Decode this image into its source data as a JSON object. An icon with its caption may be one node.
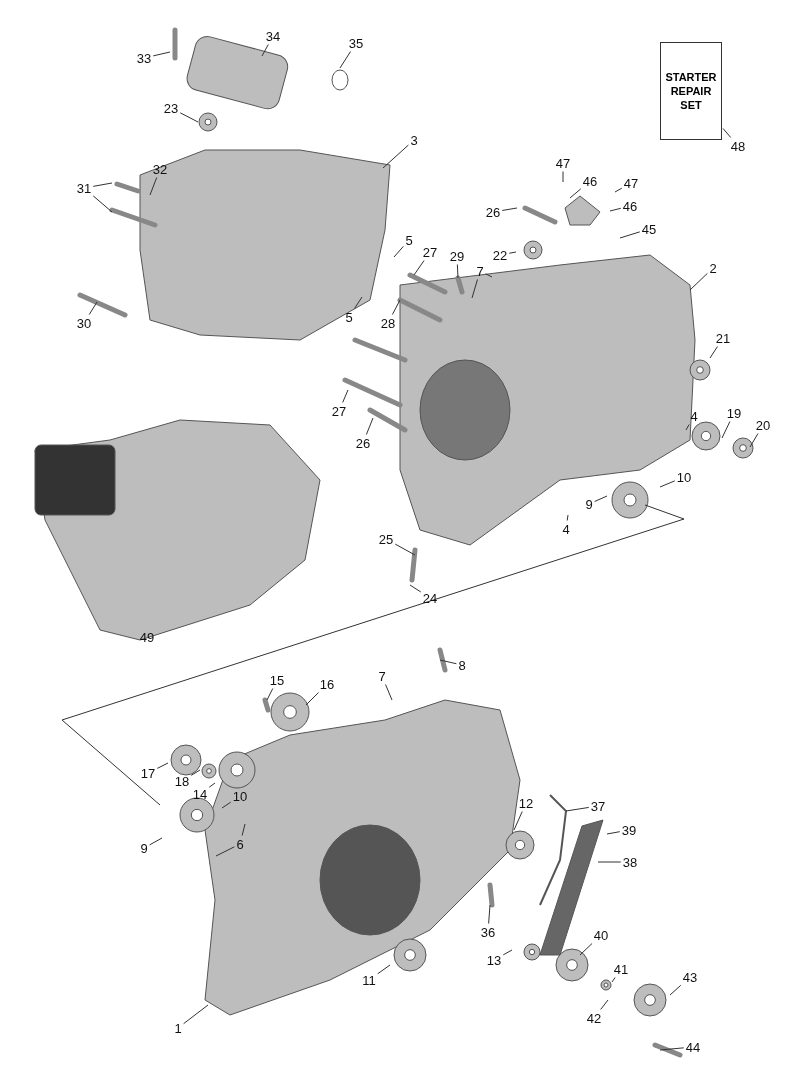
{
  "diagram": {
    "nodes": [
      {
        "text": [
          "STARTER REPAIR SET"
        ]
      },
      {
        "text": [
          "48"
        ]
      },
      {
        "text": [
          "33"
        ]
      },
      {
        "text": [
          "34"
        ]
      },
      {
        "text": [
          "35"
        ]
      },
      {
        "text": [
          "23"
        ]
      },
      {
        "text": [
          "3"
        ]
      },
      {
        "text": [
          "32"
        ]
      },
      {
        "text": [
          "31"
        ]
      },
      {
        "text": [
          "47"
        ]
      },
      {
        "text": [
          "46"
        ]
      },
      {
        "text": [
          "47"
        ]
      },
      {
        "text": [
          "46"
        ]
      },
      {
        "text": [
          "26"
        ]
      },
      {
        "text": [
          "45"
        ]
      },
      {
        "text": [
          "5"
        ]
      },
      {
        "text": [
          "27"
        ]
      },
      {
        "text": [
          "29"
        ]
      },
      {
        "text": [
          "7"
        ]
      },
      {
        "text": [
          "22"
        ]
      },
      {
        "text": [
          "2"
        ]
      },
      {
        "text": [
          "30"
        ]
      },
      {
        "text": [
          "5"
        ]
      },
      {
        "text": [
          "28"
        ]
      },
      {
        "text": [
          "21"
        ]
      },
      {
        "text": [
          "27"
        ]
      },
      {
        "text": [
          "26"
        ]
      },
      {
        "text": [
          "4"
        ]
      },
      {
        "text": [
          "19"
        ]
      },
      {
        "text": [
          "20"
        ]
      },
      {
        "text": [
          "10"
        ]
      },
      {
        "text": [
          "9"
        ]
      },
      {
        "text": [
          "4"
        ]
      },
      {
        "text": [
          "25"
        ]
      },
      {
        "text": [
          "24"
        ]
      },
      {
        "text": [
          "8"
        ]
      },
      {
        "text": [
          "15"
        ]
      },
      {
        "text": [
          "16"
        ]
      },
      {
        "text": [
          "7"
        ]
      },
      {
        "text": [
          "17"
        ]
      },
      {
        "text": [
          "18"
        ]
      },
      {
        "text": [
          "14"
        ]
      },
      {
        "text": [
          "10"
        ]
      },
      {
        "text": [
          "9"
        ]
      },
      {
        "text": [
          "6"
        ]
      },
      {
        "text": [
          "12"
        ]
      },
      {
        "text": [
          "37"
        ]
      },
      {
        "text": [
          "39"
        ]
      },
      {
        "text": [
          "38"
        ]
      },
      {
        "text": [
          "36"
        ]
      },
      {
        "text": [
          "40"
        ]
      },
      {
        "text": [
          "13"
        ]
      },
      {
        "text": [
          "41"
        ]
      },
      {
        "text": [
          "43"
        ]
      },
      {
        "text": [
          "11"
        ]
      },
      {
        "text": [
          "42"
        ]
      },
      {
        "text": [
          "1"
        ]
      },
      {
        "text": [
          "44"
        ]
      }
    ],
    "edges": [
      {
        "from": 1,
        "to": 0,
        "arrow": "none"
      },
      {
        "from": 2,
        "to": null,
        "arrow": "none"
      },
      {
        "from": 3,
        "to": null,
        "arrow": "none"
      },
      {
        "from": 4,
        "to": null,
        "arrow": "none"
      },
      {
        "from": 5,
        "to": null,
        "arrow": "none"
      },
      {
        "from": 6,
        "to": null,
        "arrow": "none"
      },
      {
        "from": 7,
        "to": null,
        "arrow": "none"
      },
      {
        "from": 8,
        "to": null,
        "arrow": "none"
      },
      {
        "from": 8,
        "to": null,
        "arrow": "none"
      },
      {
        "from": 9,
        "to": null,
        "arrow": "none"
      },
      {
        "from": 10,
        "to": null,
        "arrow": "none"
      },
      {
        "from": 11,
        "to": null,
        "arrow": "none"
      },
      {
        "from": 12,
        "to": null,
        "arrow": "none"
      },
      {
        "from": 13,
        "to": null,
        "arrow": "none"
      },
      {
        "from": 14,
        "to": null,
        "arrow": "none"
      },
      {
        "from": 15,
        "to": null,
        "arrow": "none"
      },
      {
        "from": 16,
        "to": null,
        "arrow": "none"
      },
      {
        "from": 17,
        "to": null,
        "arrow": "none"
      },
      {
        "from": 18,
        "to": null,
        "arrow": "none"
      },
      {
        "from": 18,
        "to": null,
        "arrow": "none"
      },
      {
        "from": 19,
        "to": null,
        "arrow": "none"
      },
      {
        "from": 20,
        "to": null,
        "arrow": "none"
      },
      {
        "from": 21,
        "to": null,
        "arrow": "none"
      },
      {
        "from": 22,
        "to": null,
        "arrow": "none"
      },
      {
        "from": 23,
        "to": null,
        "arrow": "none"
      },
      {
        "from": 24,
        "to": null,
        "arrow": "none"
      },
      {
        "from": 25,
        "to": null,
        "arrow": "none"
      },
      {
        "from": 26,
        "to": null,
        "arrow": "none"
      },
      {
        "from": 27,
        "to": null,
        "arrow": "none"
      },
      {
        "from": 28,
        "to": null,
        "arrow": "none"
      },
      {
        "from": 29,
        "to": null,
        "arrow": "none"
      },
      {
        "from": 30,
        "to": null,
        "arrow": "none"
      },
      {
        "from": 31,
        "to": null,
        "arrow": "none"
      },
      {
        "from": 32,
        "to": null,
        "arrow": "none"
      },
      {
        "from": 33,
        "to": null,
        "arrow": "none"
      },
      {
        "from": 34,
        "to": null,
        "arrow": "none"
      },
      {
        "from": 35,
        "to": null,
        "arrow": "none"
      },
      {
        "from": 36,
        "to": null,
        "arrow": "none"
      },
      {
        "from": 37,
        "to": null,
        "arrow": "none"
      },
      {
        "from": 38,
        "to": null,
        "arrow": "none"
      },
      {
        "from": 39,
        "to": null,
        "arrow": "none"
      },
      {
        "from": 40,
        "to": null,
        "arrow": "none"
      },
      {
        "from": 41,
        "to": null,
        "arrow": "none"
      },
      {
        "from": 42,
        "to": null,
        "arrow": "none"
      },
      {
        "from": 43,
        "to": null,
        "arrow": "none"
      },
      {
        "from": 44,
        "to": null,
        "arrow": "none"
      },
      {
        "from": 44,
        "to": null,
        "arrow": "none"
      },
      {
        "from": 45,
        "to": null,
        "arrow": "none"
      },
      {
        "from": 46,
        "to": null,
        "arrow": "none"
      },
      {
        "from": 47,
        "to": null,
        "arrow": "none"
      },
      {
        "from": 48,
        "to": null,
        "arrow": "none"
      },
      {
        "from": 49,
        "to": null,
        "arrow": "none"
      },
      {
        "from": 50,
        "to": null,
        "arrow": "none"
      },
      {
        "from": 51,
        "to": null,
        "arrow": "none"
      },
      {
        "from": 52,
        "to": null,
        "arrow": "none"
      },
      {
        "from": 53,
        "to": null,
        "arrow": "none"
      },
      {
        "from": 54,
        "to": null,
        "arrow": "none"
      },
      {
        "from": 55,
        "to": null,
        "arrow": "none"
      },
      {
        "from": 56,
        "to": null,
        "arrow": "none"
      },
      {
        "from": 57,
        "to": null,
        "arrow": "none"
      }
    ],
    "labels": [
      "49"
    ]
  }
}
